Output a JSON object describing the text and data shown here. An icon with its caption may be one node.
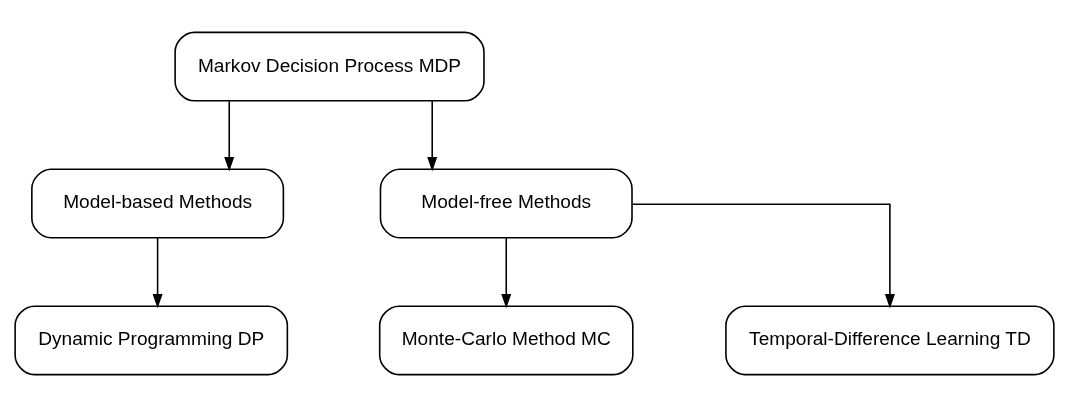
{
  "diagram": {
    "nodes": [
      {
        "text": [
          "Markov Decision Process MDP"
        ]
      },
      {
        "text": [
          "Model-based Methods"
        ]
      },
      {
        "text": [
          "Model-free Methods"
        ]
      },
      {
        "text": [
          "Dynamic Programming DP"
        ]
      },
      {
        "text": [
          "Monte-Carlo Method MC"
        ]
      },
      {
        "text": [
          "Temporal-Difference Learning TD"
        ]
      }
    ],
    "edges": [
      {
        "from": 0,
        "to": 1,
        "arrow": "to"
      },
      {
        "from": 0,
        "to": 2,
        "arrow": "to"
      },
      {
        "from": 1,
        "to": 3,
        "arrow": "to"
      },
      {
        "from": 2,
        "to": 4,
        "arrow": "to"
      },
      {
        "from": 2,
        "to": 5,
        "arrow": "to"
      }
    ]
  }
}
